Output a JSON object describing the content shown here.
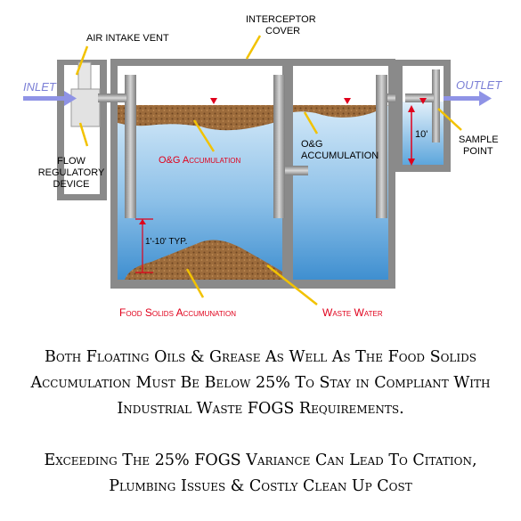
{
  "labels": {
    "air_intake_vent": "AIR INTAKE VENT",
    "interceptor_cover_1": "INTERCEPTOR",
    "interceptor_cover_2": "COVER",
    "inlet": "INLET",
    "outlet": "OUTLET",
    "flow_device_1": "FLOW",
    "flow_device_2": "REGULATORY",
    "flow_device_3": "DEVICE",
    "og_accumulation_left": "O&G Accumulation",
    "og_accumulation_right_1": "O&G",
    "og_accumulation_right_2": "ACCUMULATION",
    "ten_feet": "10'",
    "sample_point_1": "SAMPLE",
    "sample_point_2": "POINT",
    "typ_depth": "1'-10' TYP.",
    "food_solids": "Food Solids Accumunation",
    "waste_water": "Waste Water"
  },
  "caption": {
    "p1_line1": "Both Floating Oils & Grease As Well As The Food Solids",
    "p1_line2": "Accumulation Must Be Below 25% To Stay in Compliant With",
    "p1_line3": "Industrial Waste FOGS Requirements.",
    "p2_line1": "Exceeding The 25% FOGS Variance Can Lead To Citation,",
    "p2_line2": "Plumbing Issues & Costly Clean Up Cost"
  },
  "colors": {
    "concrete": "#8a8a8a",
    "water_top": "#c9e3f6",
    "water_bottom": "#4a9ad6",
    "grease": "#9a6a3a",
    "label_red": "#e0001b",
    "flow_arrow": "#8f93e6"
  }
}
